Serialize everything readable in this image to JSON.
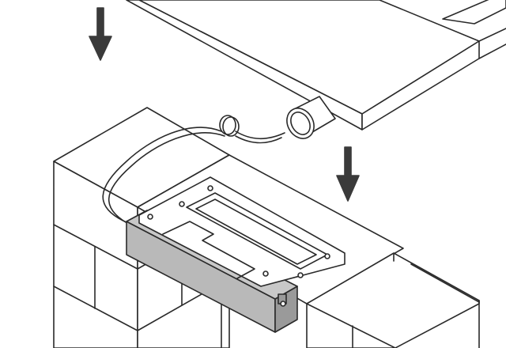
{
  "diagram": {
    "kind": "installation-illustration",
    "style": "isometric-line-art",
    "step_arrows": 2,
    "parts": [
      "top-slab",
      "conduit-pipe",
      "coiled-wires",
      "mounting-plate",
      "housing-box",
      "block-wall"
    ]
  },
  "colors": {
    "stroke": "#2a2a2a",
    "fill": "#ffffff",
    "housing": "#b9b9b9",
    "housing_dark": "#9a9a9a",
    "arrow": "#3a3a3a"
  }
}
